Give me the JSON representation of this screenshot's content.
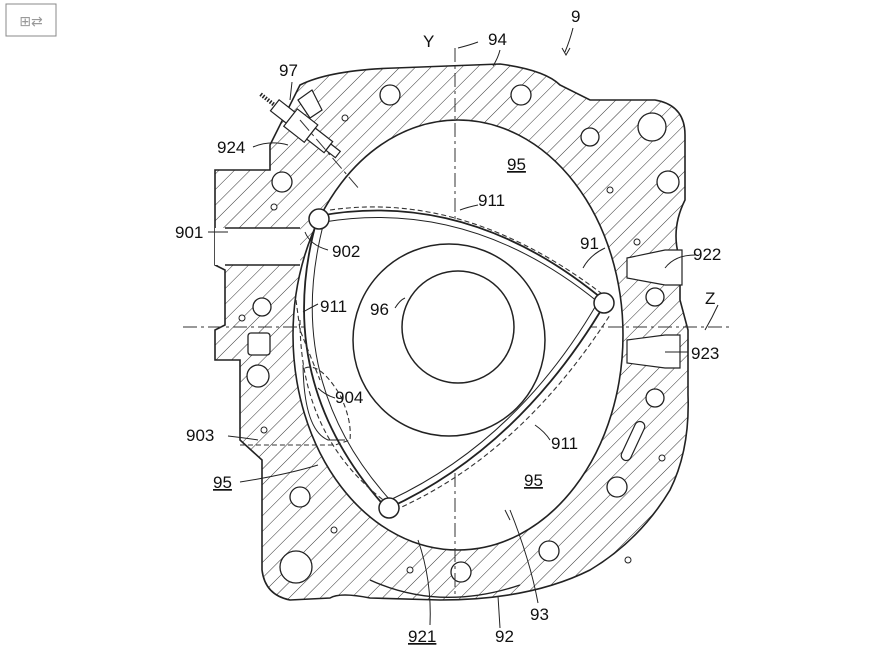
{
  "labels": {
    "l9": "9",
    "l94": "94",
    "lY": "Y",
    "l97": "97",
    "l924": "924",
    "l95a": "95",
    "l911a": "911",
    "l901": "901",
    "l902": "902",
    "l91": "91",
    "l922": "922",
    "lZ": "Z",
    "l911b": "911",
    "l96": "96",
    "l923": "923",
    "l904": "904",
    "l903": "903",
    "l911c": "911",
    "l95b": "95",
    "l95c": "95",
    "l93": "93",
    "l921": "921",
    "l92": "92"
  },
  "colors": {
    "line": "#222222",
    "background": "#ffffff"
  },
  "icons": {
    "corner": "patent-stamp-icon"
  }
}
